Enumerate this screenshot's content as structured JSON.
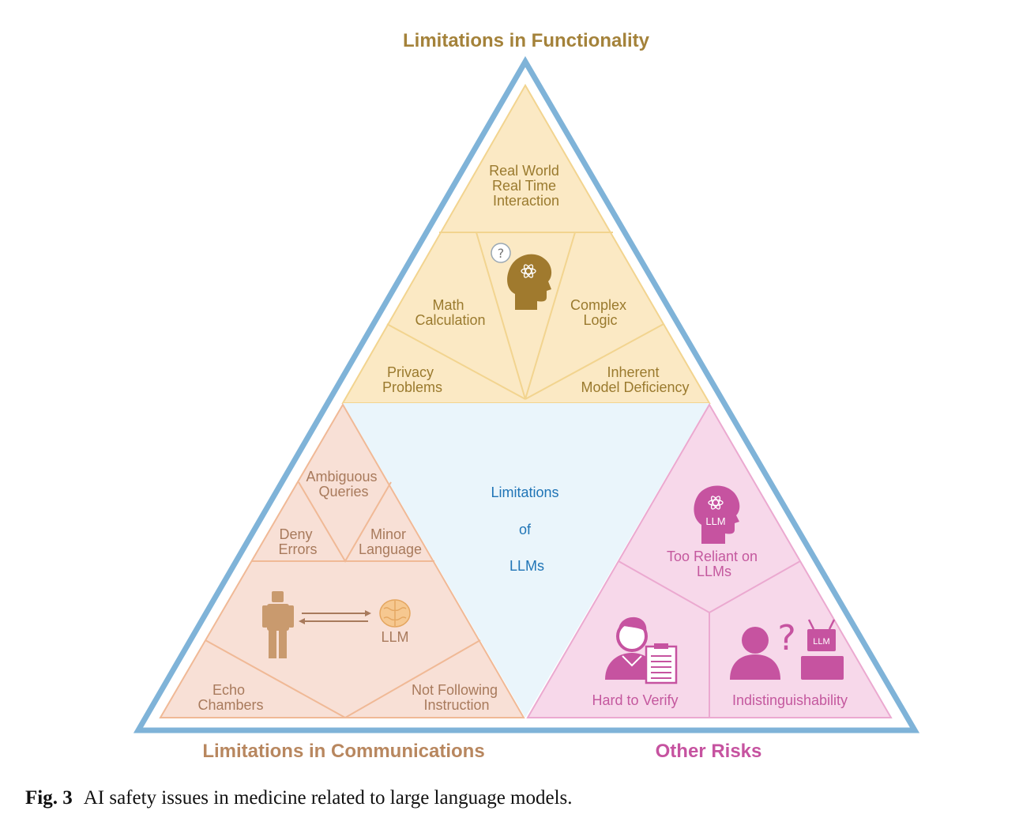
{
  "diagram": {
    "center_title": [
      "Limitations",
      "of",
      "LLMs"
    ],
    "sections": {
      "functionality": {
        "title": "Limitations in Functionality",
        "color": "#a4823a",
        "fill": "#fbe9c4",
        "items": {
          "real_world": [
            "Real World",
            "Real Time",
            "Interaction"
          ],
          "math": [
            "Math",
            "Calculation"
          ],
          "complex_logic": [
            "Complex",
            "Logic"
          ],
          "privacy": [
            "Privacy",
            "Problems"
          ],
          "inherent": [
            "Inherent",
            "Model Deficiency"
          ]
        }
      },
      "communications": {
        "title": "Limitations in Communications",
        "color": "#b8875f",
        "fill": "#f8e0d6",
        "items": {
          "ambiguous": [
            "Ambiguous",
            "Queries"
          ],
          "deny": [
            "Deny",
            "Errors"
          ],
          "minor_language": [
            "Minor",
            "Language"
          ],
          "echo": [
            "Echo",
            "Chambers"
          ],
          "not_following": [
            "Not Following",
            "Instruction"
          ],
          "llm_tag": "LLM"
        }
      },
      "other": {
        "title": "Other Risks",
        "color": "#c653a0",
        "fill": "#f7d8ea",
        "items": {
          "too_reliant": [
            "Too Reliant on",
            "LLMs"
          ],
          "hard_to_verify": "Hard to Verify",
          "indistinguishability": "Indistinguishability",
          "llm_head_tag": "LLM",
          "llm_screen_tag": "LLM"
        }
      }
    },
    "center_color": "#1f74b6",
    "center_fill": "#eaf5fb",
    "border_color": "#7fb3d8"
  },
  "caption": {
    "label": "Fig. 3",
    "text": "AI safety issues in medicine related to large language models."
  }
}
